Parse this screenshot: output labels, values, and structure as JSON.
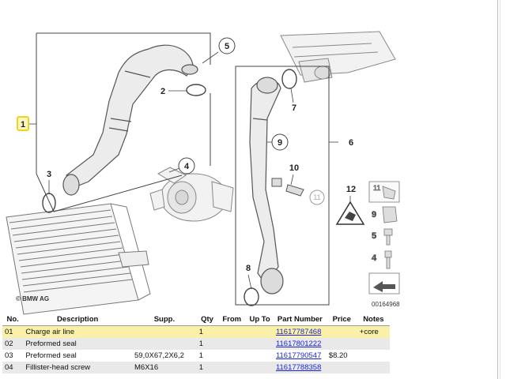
{
  "diagram": {
    "callouts": [
      "1",
      "2",
      "3",
      "4",
      "5",
      "6",
      "7",
      "8",
      "9",
      "10",
      "11",
      "12"
    ],
    "side_icons": [
      "11",
      "9",
      "5",
      "4"
    ],
    "copyright": "© BMW AG",
    "image_number": "00164968"
  },
  "table": {
    "headers": [
      "No.",
      "Description",
      "Supp.",
      "Qty",
      "From",
      "Up To",
      "Part Number",
      "Price",
      "Notes"
    ],
    "rows": [
      {
        "no": "01",
        "description": "Charge air line",
        "supp": "",
        "qty": "1",
        "from": "",
        "upto": "",
        "part_number": "11617787468",
        "price": "",
        "notes": "+core",
        "highlighted": true
      },
      {
        "no": "02",
        "description": "Preformed seal",
        "supp": "",
        "qty": "1",
        "from": "",
        "upto": "",
        "part_number": "11617801222",
        "price": "",
        "notes": "",
        "highlighted": false
      },
      {
        "no": "03",
        "description": "Preformed seal",
        "supp": "59,0X67,2X6,2",
        "qty": "1",
        "from": "",
        "upto": "",
        "part_number": "11617790547",
        "price": "$8.20",
        "notes": "",
        "highlighted": false
      },
      {
        "no": "04",
        "description": "Fillister-head screw",
        "supp": "M6X16",
        "qty": "1",
        "from": "",
        "upto": "",
        "part_number": "11617788358",
        "price": "",
        "notes": "",
        "highlighted": false
      }
    ]
  },
  "colors": {
    "highlight_row": "#fbf0a8",
    "link": "#1a24d8",
    "selected_callout": "#f2d21a"
  }
}
